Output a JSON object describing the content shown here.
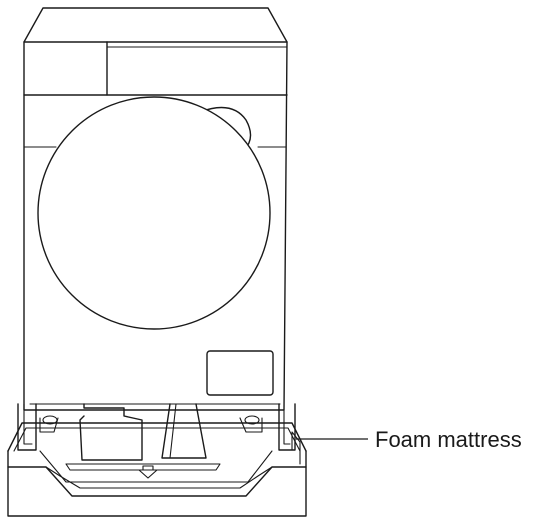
{
  "callout": {
    "label": "Foam mattress"
  },
  "parts": {
    "appliance": "washing-machine",
    "base": "foam-mattress-packaging",
    "arrow_icon": "down-arrow-icon"
  },
  "colors": {
    "line": "#1a1a1a",
    "background": "#ffffff"
  }
}
